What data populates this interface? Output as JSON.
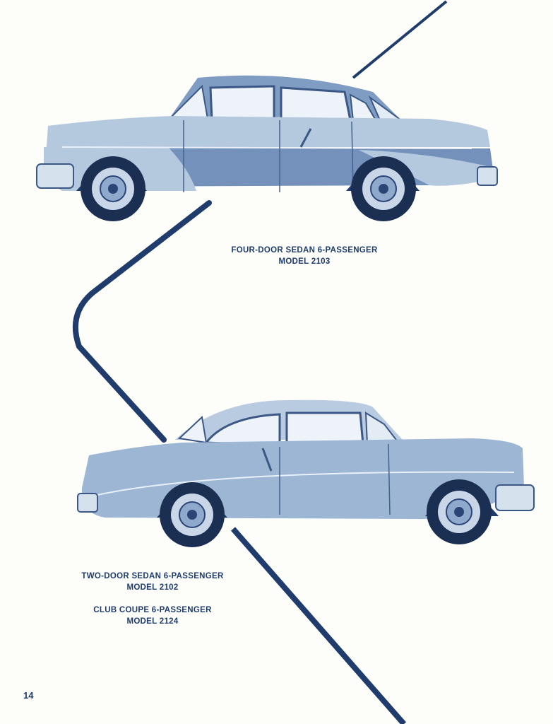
{
  "captions": {
    "four_door": {
      "line1": "FOUR-DOOR SEDAN 6-PASSENGER",
      "line2": "MODEL 2103"
    },
    "two_door": {
      "line1": "TWO-DOOR SEDAN 6-PASSENGER",
      "line2": "MODEL 2102"
    },
    "club_coupe": {
      "line1": "CLUB COUPE 6-PASSENGER",
      "line2": "MODEL 2124"
    }
  },
  "page_number": "14",
  "colors": {
    "ink": "#1f3c6c",
    "body_light": "#a9bfd8",
    "body_dark": "#6f8fb8",
    "paper": "#fdfdfa"
  }
}
